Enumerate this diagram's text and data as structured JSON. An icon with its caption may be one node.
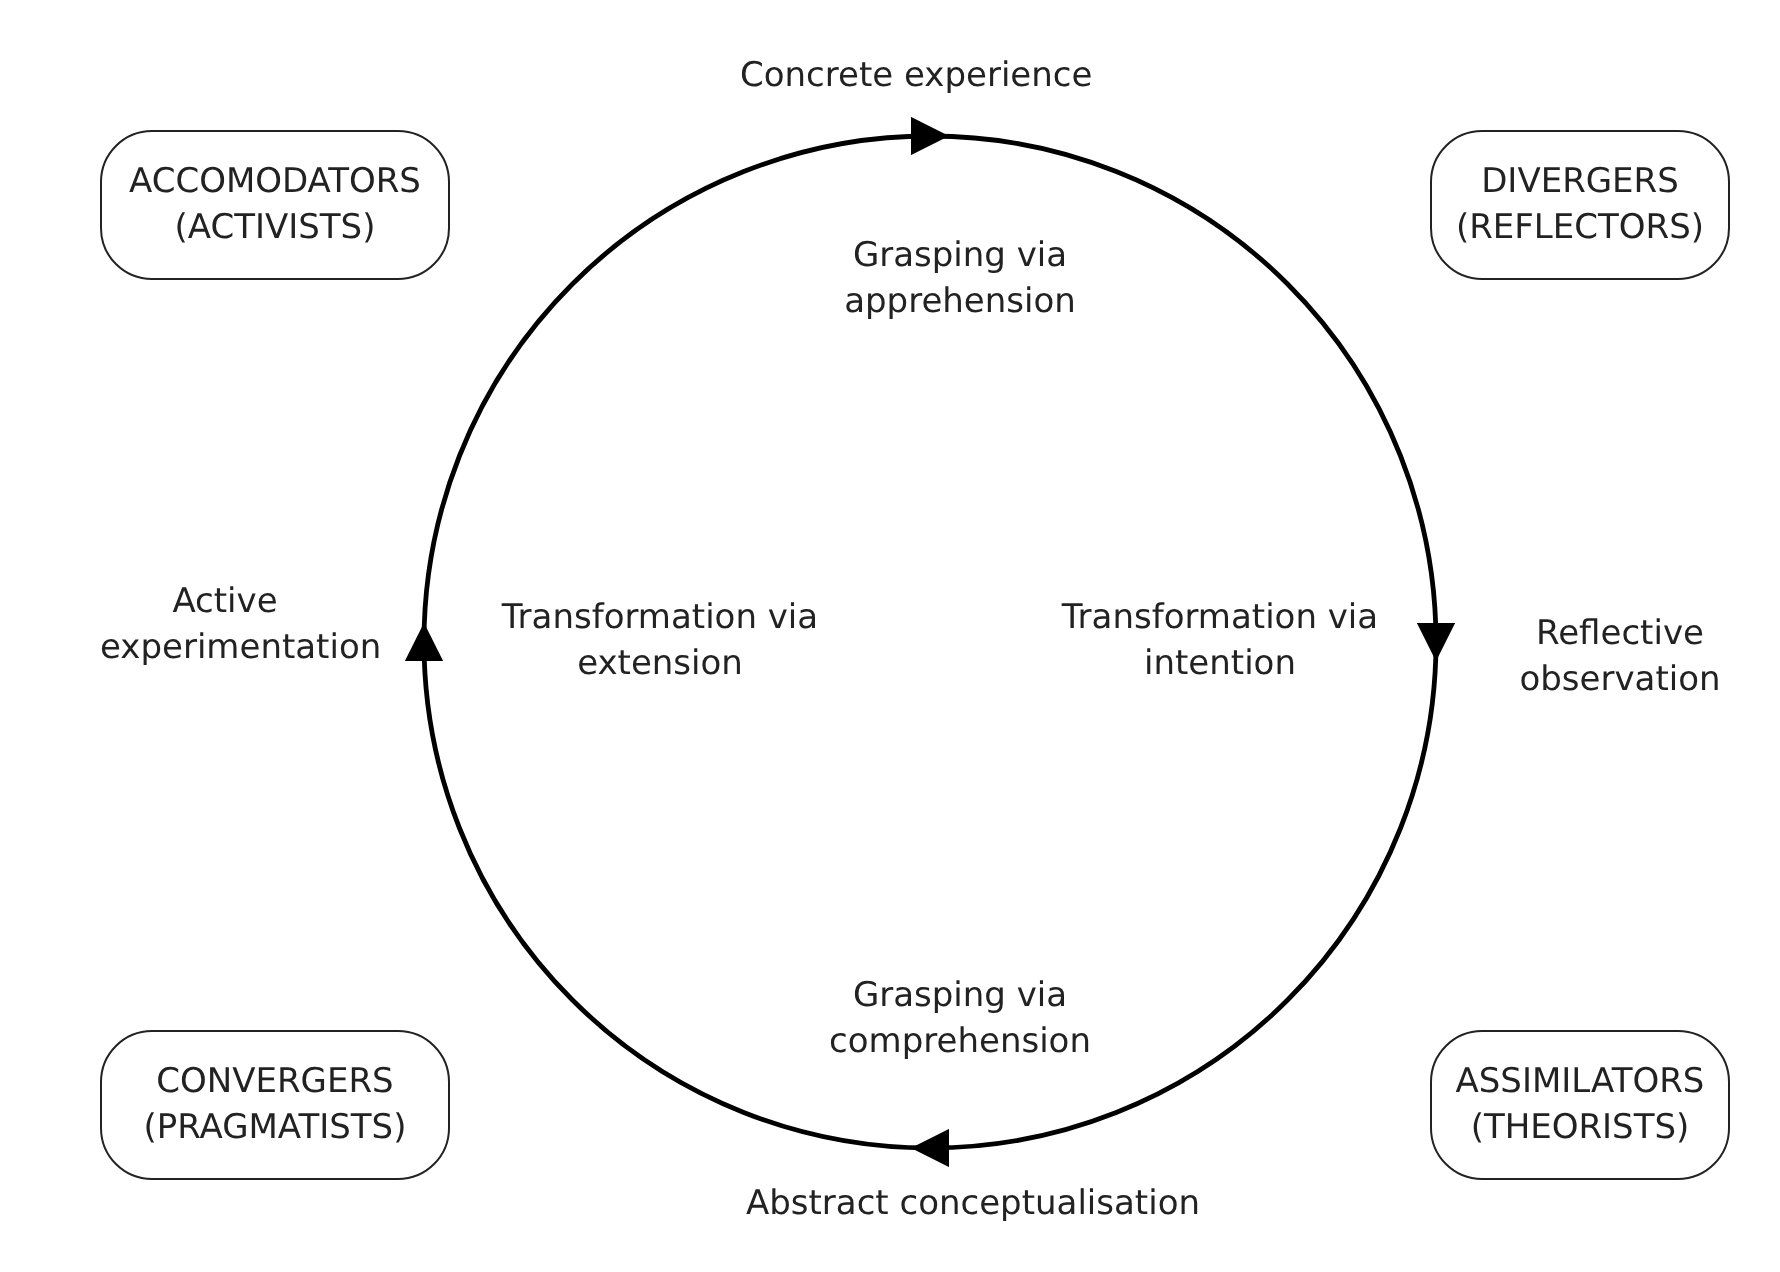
{
  "diagram": {
    "nodes": [
      {
        "text": [
          "Concrete experience"
        ]
      },
      {
        "text": [
          "ACCOMODATORS (ACTIVISTS)"
        ]
      },
      {
        "text": [
          "DIVERGERS (REFLECTORS)"
        ]
      },
      {
        "text": [
          "Active experimentation"
        ]
      },
      {
        "text": [
          "Reflective observation"
        ]
      },
      {
        "text": [
          "CONVERGERS (PRAGMATISTS)"
        ]
      },
      {
        "text": [
          "ASSIMILATORS (THEORISTS)"
        ]
      },
      {
        "text": [
          "Abstract conceptualisation"
        ]
      }
    ],
    "edges": [
      {
        "from": 3,
        "to": 0,
        "arrow": "to"
      },
      {
        "from": 0,
        "to": 4,
        "arrow": "to"
      },
      {
        "from": 4,
        "to": 7,
        "arrow": "to"
      },
      {
        "from": 7,
        "to": 3,
        "arrow": "to"
      }
    ],
    "labels": [
      "Grasping via apprehension",
      "Transformation via extension",
      "Transformation via intention",
      "Grasping via comprehension"
    ]
  }
}
